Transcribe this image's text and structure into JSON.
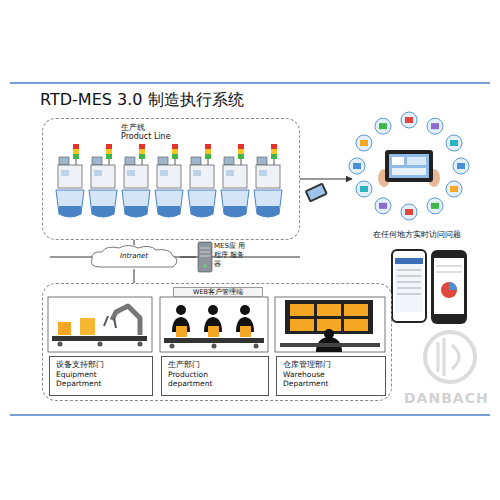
{
  "diagram": {
    "title": "RTD-MES 3.0 制造执行系统",
    "nodes": [
      {
        "text": [
          "生产线 Product Line"
        ]
      },
      {
        "text": [
          "Intranet"
        ]
      },
      {
        "text": [
          "MES应 用程序 服务器"
        ]
      },
      {
        "text": [
          "WEB客户管理端"
        ]
      },
      {
        "text": [
          "设备支持部门 Equipment Department"
        ],
        "in": 3
      },
      {
        "text": [
          "生产部门 Production department"
        ],
        "in": 3
      },
      {
        "text": [
          "仓库管理部门 Warehouse Department"
        ],
        "in": 3
      },
      {
        "text": [
          "在任何地方实时访问问题"
        ]
      }
    ],
    "edges": [
      {
        "from": 0,
        "to": 1,
        "arrow": "none"
      },
      {
        "from": 1,
        "to": 2,
        "arrow": "none"
      },
      {
        "from": 1,
        "to": 3,
        "arrow": "none"
      },
      {
        "from": 0,
        "to": 7,
        "arrow": "to"
      }
    ],
    "labels": [
      "DANBACH"
    ]
  }
}
